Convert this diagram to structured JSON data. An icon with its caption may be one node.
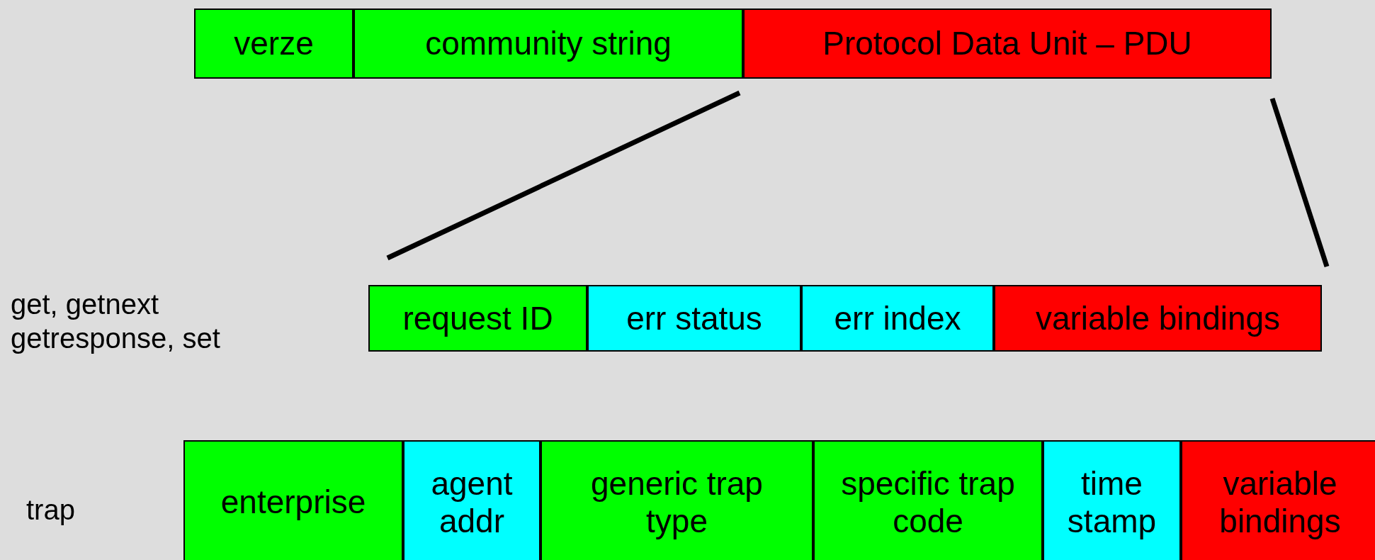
{
  "diagram": {
    "nodes": [
      {
        "text": [
          "verze"
        ]
      },
      {
        "text": [
          "community string"
        ]
      },
      {
        "text": [
          "Protocol Data Unit – PDU"
        ]
      },
      {
        "text": [
          "request ID"
        ]
      },
      {
        "text": [
          "err status"
        ]
      },
      {
        "text": [
          "err index"
        ]
      },
      {
        "text": [
          "variable bindings"
        ]
      },
      {
        "text": [
          "enterprise"
        ]
      },
      {
        "text": [
          "agent addr"
        ]
      },
      {
        "text": [
          "generic trap type"
        ]
      },
      {
        "text": [
          "specific trap code"
        ]
      },
      {
        "text": [
          "time stamp"
        ]
      },
      {
        "text": [
          "variable bindings"
        ]
      }
    ],
    "labels": [
      "get, getnext getresponse, set",
      "trap"
    ]
  }
}
